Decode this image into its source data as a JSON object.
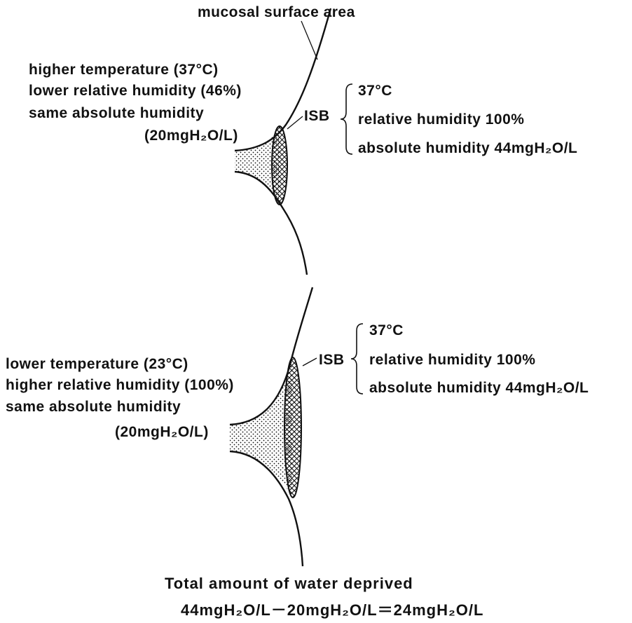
{
  "top": {
    "surface_label": "mucosal surface area",
    "cond_temp": "higher temperature (37°C)",
    "cond_rh": "lower relative humidity (46%)",
    "cond_ah": "same absolute humidity",
    "cond_ah_val": "(20mgH₂O/L)",
    "isb": "ISB",
    "isb_temp": "37°C",
    "isb_rh": "relative humidity 100%",
    "isb_ah": "absolute humidity 44mgH₂O/L"
  },
  "bottom": {
    "cond_temp": "lower temperature (23°C)",
    "cond_rh": "higher relative humidity (100%)",
    "cond_ah": "same absolute humidity",
    "cond_ah_val": "(20mgH₂O/L)",
    "isb": "ISB",
    "isb_temp": "37°C",
    "isb_rh": "relative humidity 100%",
    "isb_ah": "absolute humidity 44mgH₂O/L"
  },
  "footer": {
    "total_label": "Total amount of water deprived",
    "equation": "44mgH₂O/L－20mgH₂O/L＝24mgH₂O/L"
  },
  "colors": {
    "ink": "#111111",
    "background": "#ffffff"
  }
}
